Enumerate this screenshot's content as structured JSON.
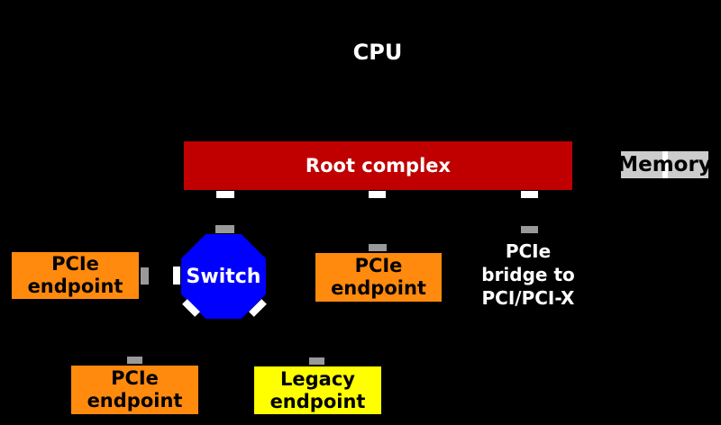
{
  "colors": {
    "background": "#000000",
    "red": "#c00000",
    "orange": "#ff8a0e",
    "yellow": "#ffff00",
    "blue": "#0000ff",
    "memory-gray": "#cccccc",
    "port-white": "#ffffff",
    "port-gray": "#999999",
    "text-light": "#ffffff",
    "text-dark": "#000000"
  },
  "nodes": {
    "cpu": {
      "label": "CPU"
    },
    "root_complex": {
      "label": "Root complex"
    },
    "memory": {
      "label": "Memory"
    },
    "switch": {
      "label": "Switch"
    },
    "pcie_endpoint_left": {
      "label": "PCIe\nendpoint"
    },
    "pcie_endpoint_middle": {
      "label": "PCIe\nendpoint"
    },
    "pcie_bridge": {
      "label": "PCIe\nbridge to\nPCI/PCI-X"
    },
    "pcie_endpoint_bottom": {
      "label": "PCIe\nendpoint"
    },
    "legacy_endpoint": {
      "label": "Legacy\nendpoint"
    }
  }
}
